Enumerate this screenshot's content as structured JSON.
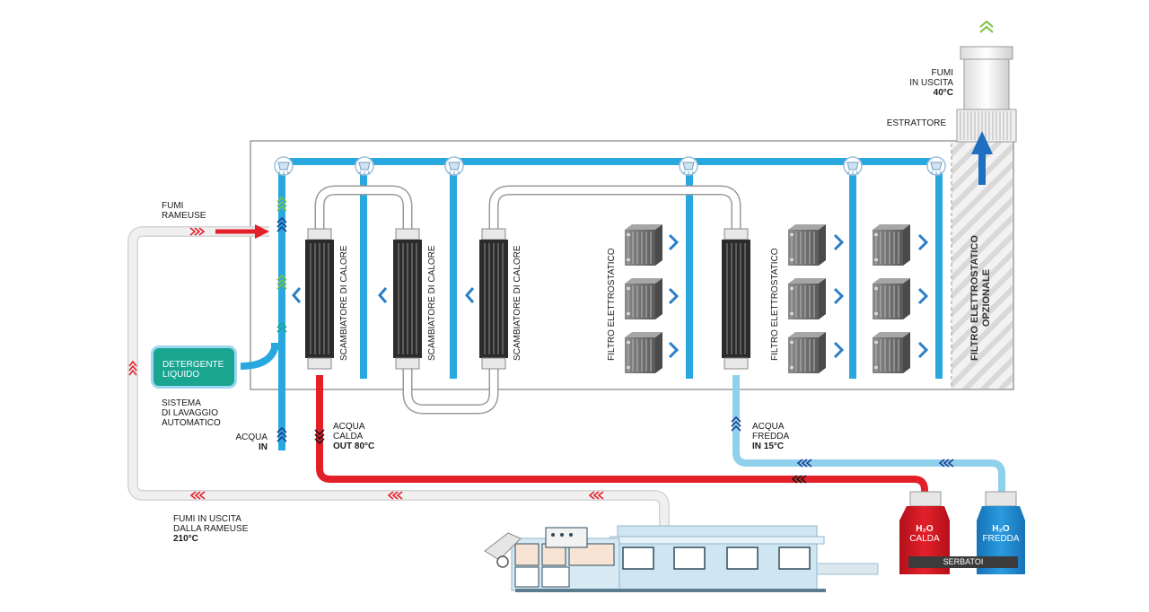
{
  "labels": {
    "fumi_rameuse": [
      "FUMI",
      "RAMEUSE"
    ],
    "detergente": [
      "DETERGENTE",
      "LIQUIDO"
    ],
    "sistema": [
      "SISTEMA",
      "DI LAVAGGIO",
      "AUTOMATICO"
    ],
    "acqua_in": [
      "ACQUA",
      "IN"
    ],
    "acqua_calda": [
      "ACQUA",
      "CALDA",
      "OUT 80°C"
    ],
    "acqua_fredda": [
      "ACQUA",
      "FREDDA",
      "IN 15°C"
    ],
    "fumi_uscita_rameuse": [
      "FUMI IN USCITA",
      "DALLA RAMEUSE",
      "210°C"
    ],
    "fumi_uscita": [
      "FUMI",
      "IN USCITA",
      "40°C"
    ],
    "estrattore": "ESTRATTORE",
    "scambiatore": "SCAMBIATORE DI CALORE",
    "filtro": "FILTRO ELETTROSTATICO",
    "filtro_opzionale": [
      "FILTRO ELETTROSTATICO",
      "OPZIONALE"
    ],
    "tank_hot": {
      "formula": "H₂O",
      "label": "CALDA"
    },
    "tank_cold": {
      "formula": "H₂O",
      "label": "FREDDA"
    },
    "serbatoi": "SERBATOI"
  },
  "colors": {
    "hot": "#e3202a",
    "cold_water": "#29a8e0",
    "light_cold": "#8fd0ec",
    "fume_pipe": "#e6e6e6",
    "detergent": "#1aa591",
    "chevron_green": "#7cc142",
    "chevron_navy": "#1d3f8f"
  }
}
